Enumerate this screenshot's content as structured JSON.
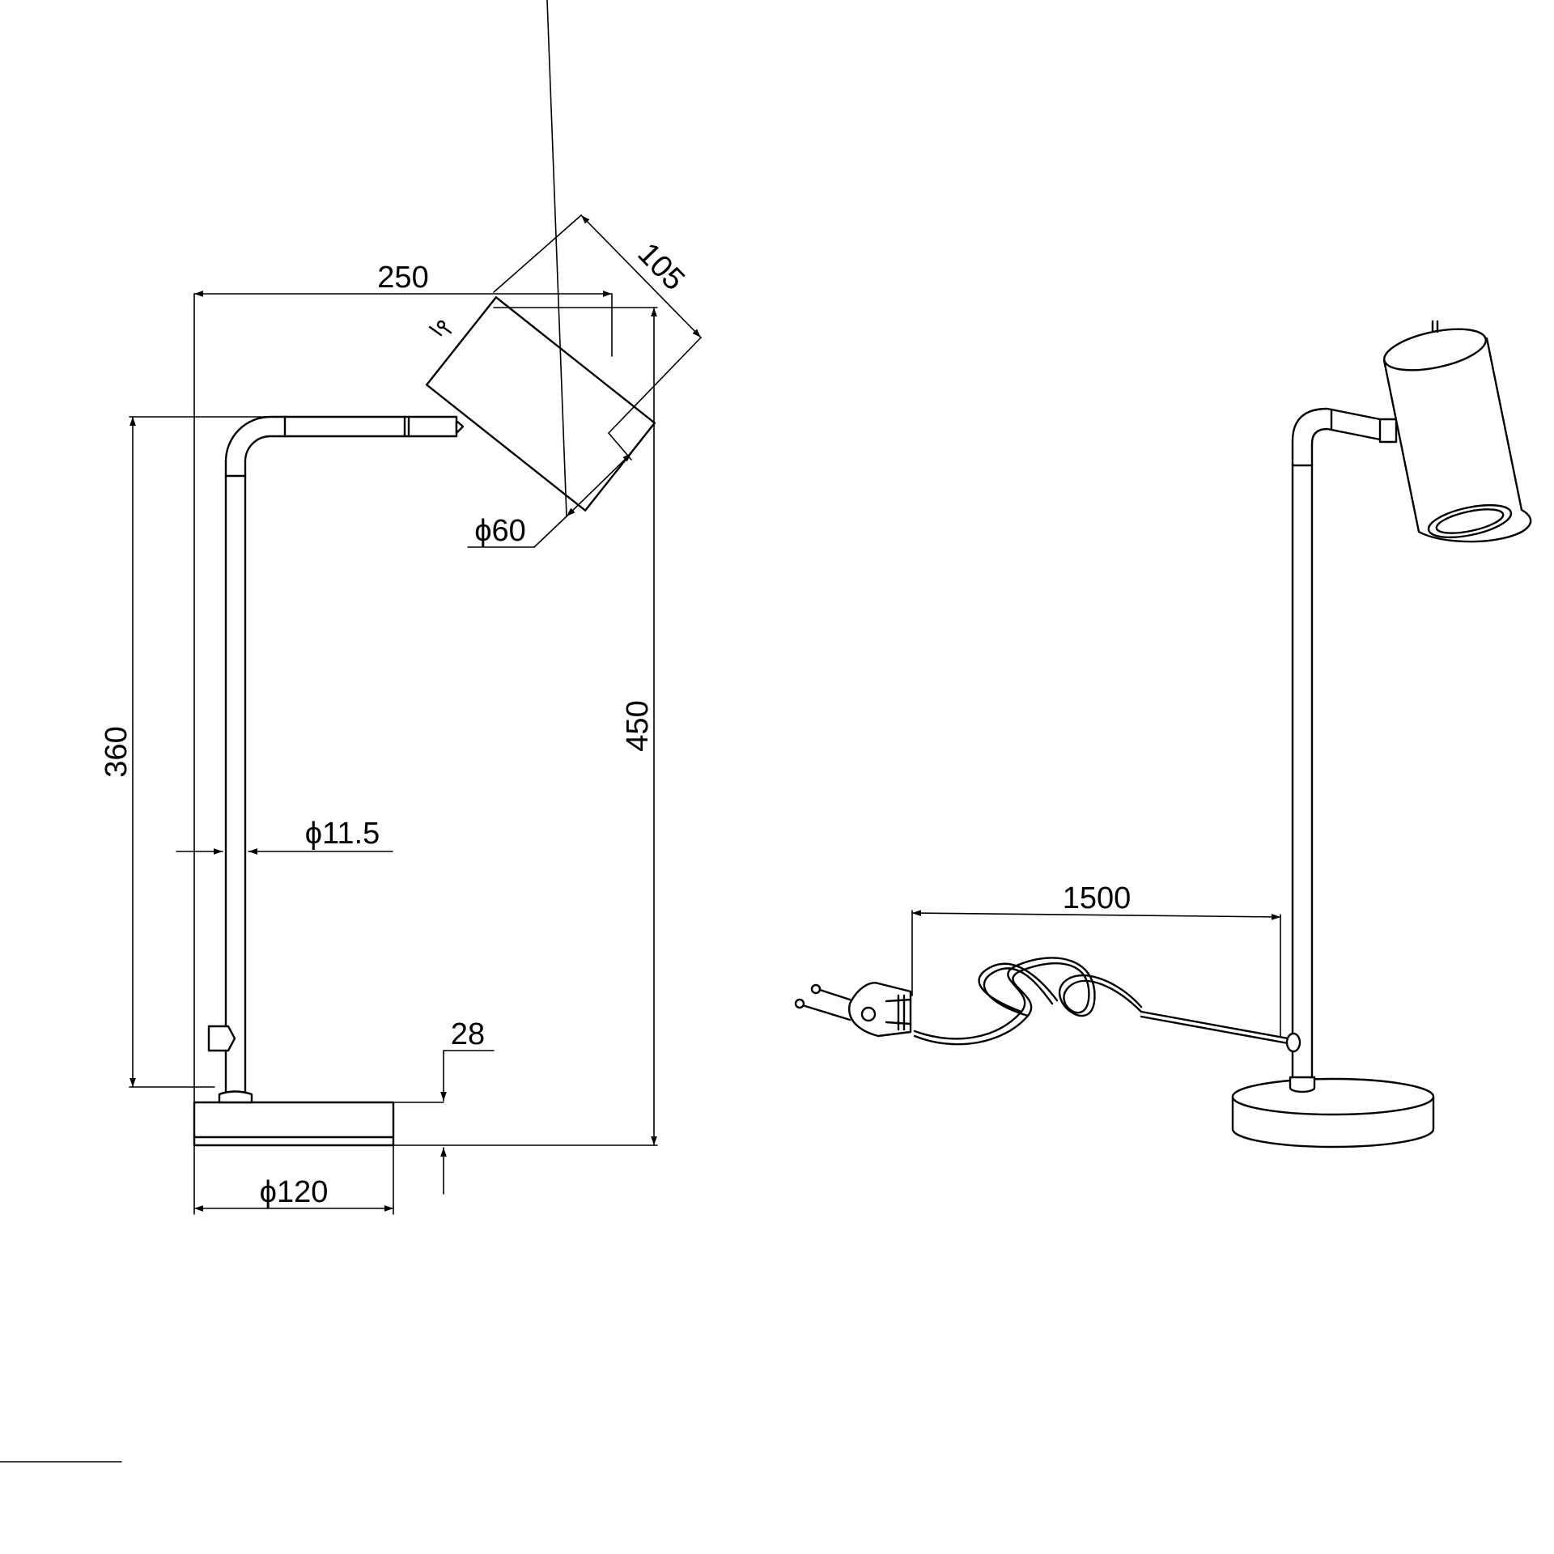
{
  "drawing": {
    "colors": {
      "line": "#000000",
      "background": "#ffffff"
    },
    "dimensions": {
      "width_arm": "250",
      "head_length": "105",
      "head_diameter": "ϕ60",
      "arm_height": "360",
      "total_height": "450",
      "stem_diameter": "ϕ11.5",
      "base_height": "28",
      "base_diameter": "ϕ120",
      "cable_length": "1500"
    }
  }
}
